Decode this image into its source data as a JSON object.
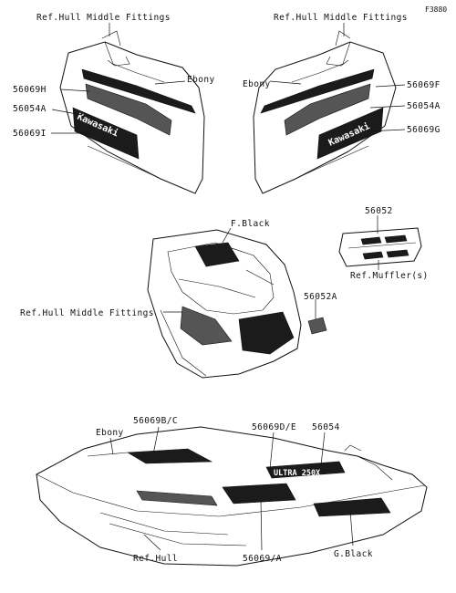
{
  "figure_code": "F3880",
  "labels": {
    "ref_hull_middle_fittings_left": "Ref.Hull Middle Fittings",
    "ref_hull_middle_fittings_right": "Ref.Hull Middle Fittings",
    "ebony_left_panel": "Ebony",
    "ebony_right_panel": "Ebony",
    "part_56069h": "56069H",
    "part_56054a_left": "56054A",
    "part_56069i": "56069I",
    "part_56069f": "56069F",
    "part_56054a_right": "56054A",
    "part_56069g": "56069G",
    "f_black": "F.Black",
    "part_56052": "56052",
    "ref_muffler": "Ref.Muffler(s)",
    "part_56052a": "56052A",
    "ref_hull_middle_fittings_center": "Ref.Hull Middle Fittings",
    "ebony_hull": "Ebony",
    "part_56069bc": "56069B/C",
    "part_56069de": "56069D/E",
    "part_56054": "56054",
    "ref_hull": "Ref.Hull",
    "part_56069a": "56069/A",
    "g_black": "G.Black"
  },
  "decal_text": {
    "kawasaki_left": "Kawasaki",
    "kawasaki_right": "Kawasaki",
    "ultra_250x": "ULTRA 250X"
  }
}
